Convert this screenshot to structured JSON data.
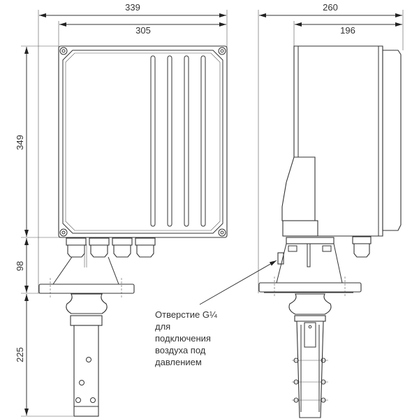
{
  "dimensions": {
    "front_total_width": "339",
    "front_box_width": "305",
    "side_total_depth": "260",
    "side_box_depth": "196",
    "box_height": "349",
    "flange_height": "98",
    "probe_length": "225"
  },
  "annotation": {
    "lines": [
      "Отверстие G¼",
      "для",
      "подключения",
      "воздуха под",
      "давлением"
    ]
  }
}
